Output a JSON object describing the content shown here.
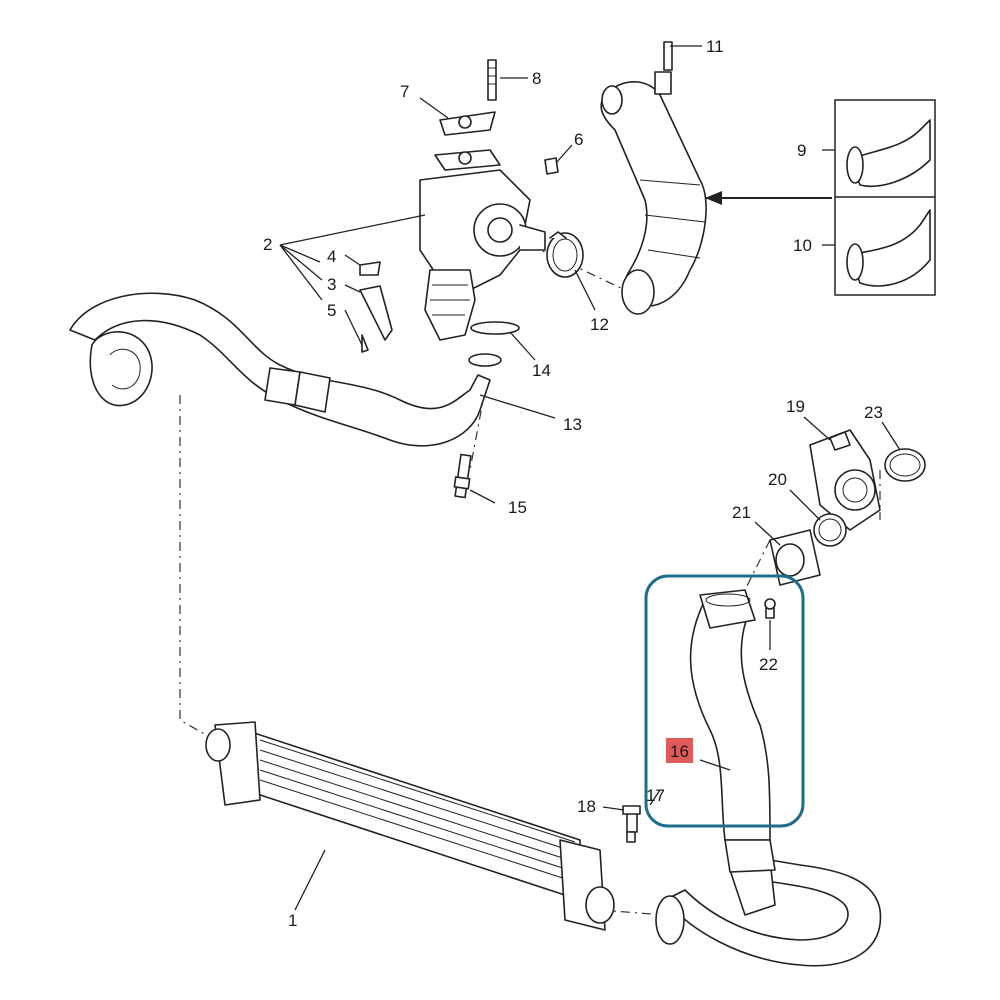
{
  "callouts": {
    "c1": "1",
    "c2": "2",
    "c3": "3",
    "c4": "4",
    "c5": "5",
    "c6": "6",
    "c7": "7",
    "c8": "8",
    "c9": "9",
    "c10": "10",
    "c11": "11",
    "c12": "12",
    "c13": "13",
    "c14": "14",
    "c15": "15",
    "c16": "16",
    "c17": "17",
    "c18": "18",
    "c19": "19",
    "c20": "20",
    "c21": "21",
    "c22": "22",
    "c23": "23"
  },
  "colors": {
    "highlight_box": "#1f6d8c",
    "callout_16_background": "#e05a5a",
    "line": "#222222"
  }
}
